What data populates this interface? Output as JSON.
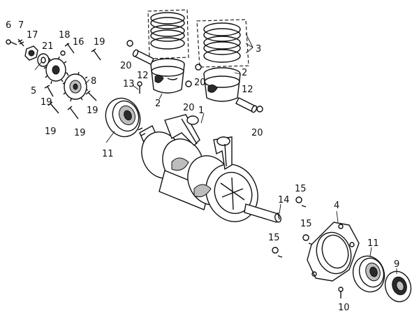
{
  "labels": {
    "l6": "6",
    "l7": "7",
    "l17": "17",
    "l21": "21",
    "l18": "18",
    "l16": "16",
    "l19a": "19",
    "l8": "8",
    "l5": "5",
    "l19b": "19",
    "l19c": "19",
    "l19d": "19",
    "l19e": "19",
    "l11a": "11",
    "l13": "13",
    "l20a": "20",
    "l12a": "12",
    "l2a": "2",
    "l20b": "20",
    "l1": "1",
    "l20c": "20",
    "l2b": "2",
    "l12b": "12",
    "l20d": "20",
    "l3": "3",
    "l14": "14",
    "l15a": "15",
    "l15b": "15",
    "l15c": "15",
    "l4": "4",
    "l11b": "11",
    "l9": "9",
    "l10": "10"
  }
}
